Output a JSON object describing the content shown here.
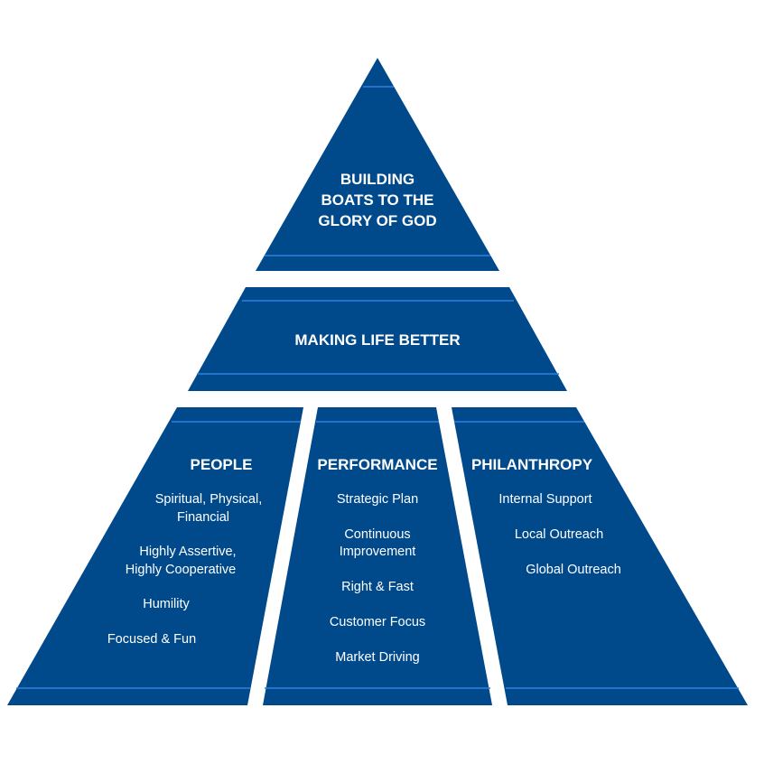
{
  "colors": {
    "block": "#004a8c",
    "accent_line": "#2f7fe0",
    "text": "#ffffff",
    "background": "#ffffff"
  },
  "apex": {
    "lines": [
      "BUILDING",
      "BOATS TO THE",
      "GLORY OF GOD"
    ]
  },
  "middle": {
    "label": "MAKING LIFE BETTER"
  },
  "pillars": {
    "people": {
      "heading": "PEOPLE",
      "items": [
        [
          "Spiritual, Physical,",
          "Financial"
        ],
        [
          "Highly Assertive,",
          "Highly Cooperative"
        ],
        [
          "Humility"
        ],
        [
          "Focused & Fun"
        ]
      ]
    },
    "performance": {
      "heading": "PERFORMANCE",
      "items": [
        [
          "Strategic Plan"
        ],
        [
          "Continuous",
          "Improvement"
        ],
        [
          "Right & Fast"
        ],
        [
          "Customer Focus"
        ],
        [
          "Market Driving"
        ]
      ]
    },
    "philanthropy": {
      "heading": "PHILANTHROPY",
      "items": [
        [
          "Internal Support"
        ],
        [
          "Local Outreach"
        ],
        [
          "Global Outreach"
        ]
      ]
    }
  }
}
